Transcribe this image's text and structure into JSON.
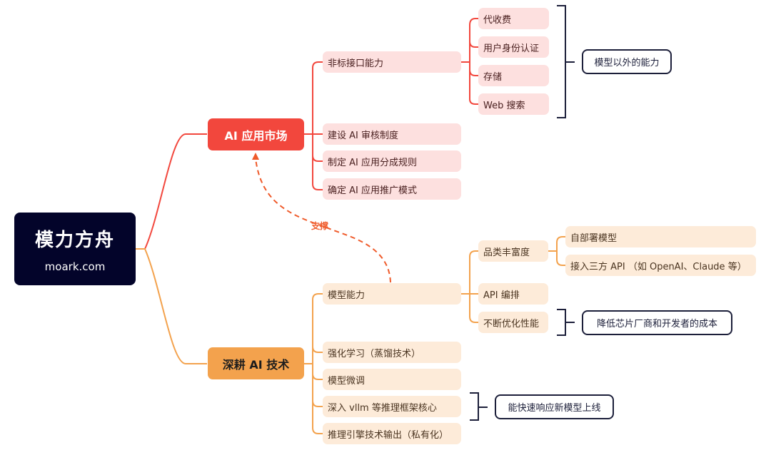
{
  "root": {
    "title": "模力方舟",
    "subtitle": "moark.com"
  },
  "branches": [
    {
      "label": "AI 应用市场",
      "color": "#f2473d",
      "children": [
        {
          "label": "非标接口能力",
          "children": [
            "代收费",
            "用户身份认证",
            "存储",
            "Web 搜索"
          ],
          "note": "模型以外的能力"
        },
        {
          "label": "建设 AI 审核制度"
        },
        {
          "label": "制定 AI 应用分成规则"
        },
        {
          "label": "确定 AI 应用推广模式"
        }
      ]
    },
    {
      "label": "深耕 AI 技术",
      "color": "#f3a24d",
      "children": [
        {
          "label": "模型能力",
          "children": [
            {
              "label": "品类丰富度",
              "children": [
                "自部署模型",
                "接入三方 API （如 OpenAI、Claude 等）"
              ]
            },
            {
              "label": "API 编排"
            },
            {
              "label": "不断优化性能",
              "note": "降低芯片厂商和开发者的成本"
            }
          ]
        },
        {
          "label": "强化学习（蒸馏技术）"
        },
        {
          "label": "模型微调"
        },
        {
          "label": "深入 vllm 等推理框架核心",
          "note": "能快速响应新模型上线"
        },
        {
          "label": "推理引擎技术输出（私有化）"
        }
      ]
    }
  ],
  "relation": {
    "label": "支撑",
    "from": "模型能力",
    "to": "AI 应用市场",
    "color": "#ef5a2a"
  }
}
